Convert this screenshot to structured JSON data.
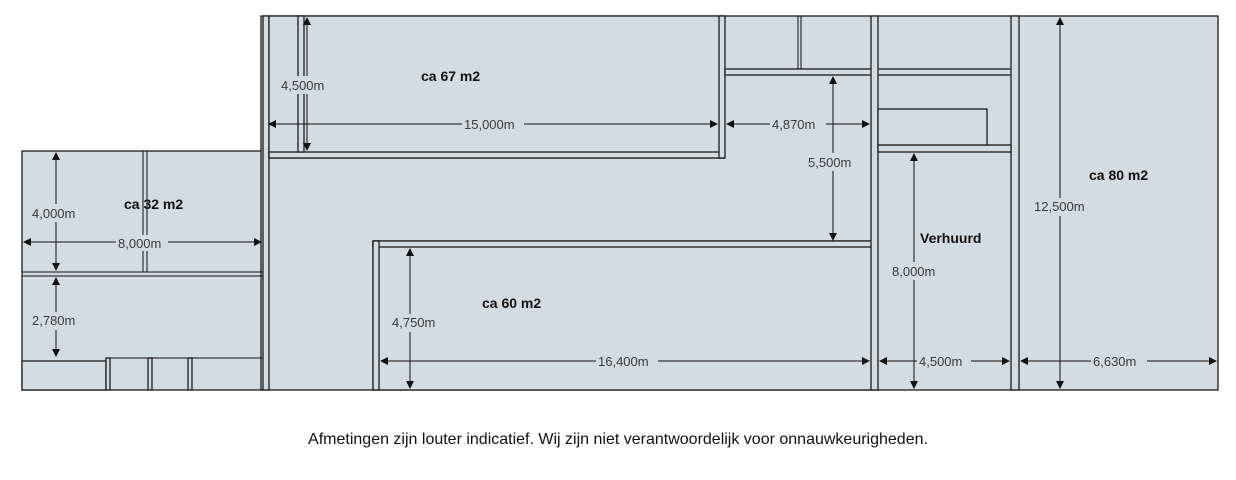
{
  "areas": {
    "a67": "ca 67 m2",
    "a32": "ca 32 m2",
    "a60": "ca 60 m2",
    "a80": "ca 80 m2",
    "rented": "Verhuurd"
  },
  "dimensions": {
    "d4500_top": "4,500m",
    "d15000": "15,000m",
    "d4870": "4,870m",
    "d5500": "5,500m",
    "d4000": "4,000m",
    "d8000_h": "8,000m",
    "d2780": "2,780m",
    "d4750": "4,750m",
    "d16400": "16,400m",
    "d8000_v": "8,000m",
    "d4500_bottom": "4,500m",
    "d12500": "12,500m",
    "d6630": "6,630m"
  },
  "disclaimer": "Afmetingen zijn louter indicatief. Wij zijn niet verantwoordelijk voor onnauwkeurigheden.",
  "colors": {
    "floor": "#d3dbe3",
    "wall": "#1d1d1d"
  }
}
